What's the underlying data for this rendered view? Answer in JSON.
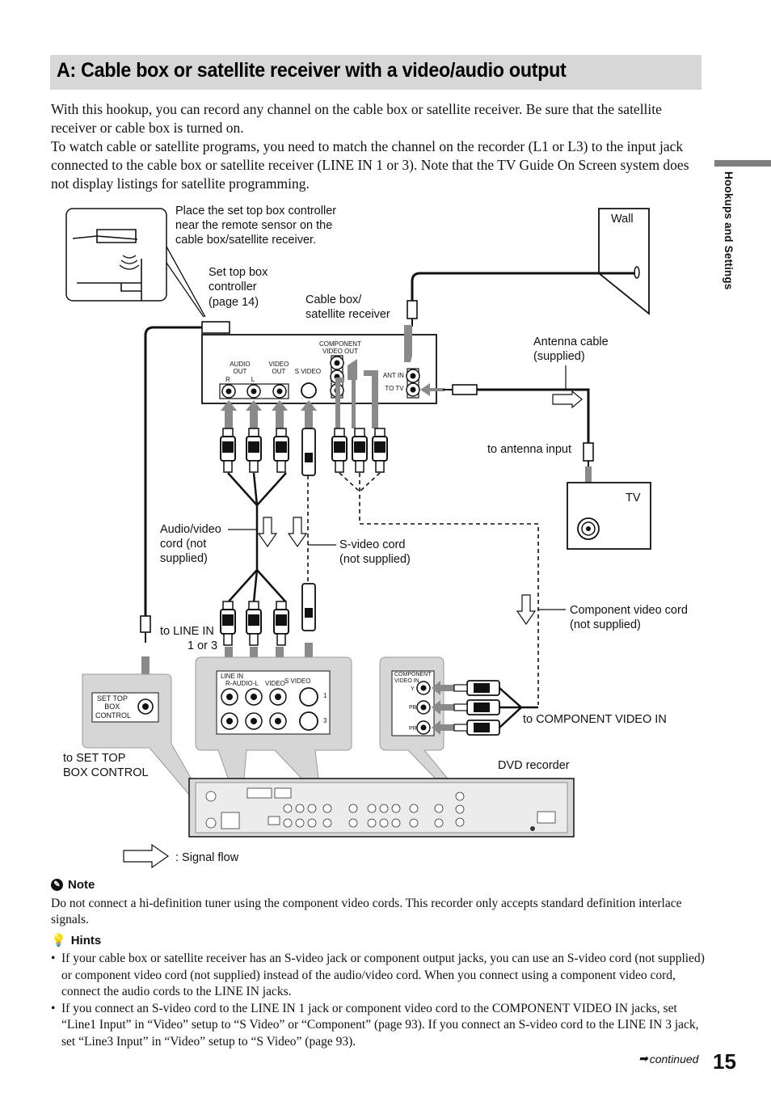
{
  "title": "A: Cable box or satellite receiver with a video/audio output",
  "intro": [
    "With this hookup, you can record any channel on the cable box or satellite receiver. Be sure that the satellite receiver or cable box is turned on.",
    "To watch cable or satellite programs, you need to match the channel on the recorder (L1 or L3) to the input jack connected to the cable box or satellite receiver (LINE IN 1 or 3). Note that the TV Guide On Screen system does not display listings for satellite programming."
  ],
  "side_tab": "Hookups and Settings",
  "diagram": {
    "place_controller": [
      "Place the set top box controller",
      "near the remote sensor on the",
      "cable box/satellite receiver."
    ],
    "set_top_box_controller": [
      "Set top box",
      "controller",
      "(page 14)"
    ],
    "cable_box": [
      "Cable box/",
      "satellite receiver"
    ],
    "wall": "Wall",
    "antenna_cable": [
      "Antenna cable",
      "(supplied)"
    ],
    "to_antenna_input": "to antenna input",
    "tv": "TV",
    "av_cord": [
      "Audio/video",
      "cord (not",
      "supplied)"
    ],
    "svideo_cord": [
      "S-video cord",
      "(not supplied)"
    ],
    "component_cord": [
      "Component video cord",
      "(not supplied)"
    ],
    "to_line_in": [
      "to LINE IN",
      "1 or 3"
    ],
    "to_component_in": "to COMPONENT VIDEO IN",
    "to_set_top": [
      "to SET TOP",
      "BOX CONTROL"
    ],
    "dvd_recorder": "DVD recorder",
    "signal_flow": ": Signal flow",
    "panel_component_out": [
      "COMPONENT",
      "VIDEO OUT"
    ],
    "panel_audio_out": [
      "AUDIO",
      "OUT"
    ],
    "panel_video_out": [
      "VIDEO",
      "OUT"
    ],
    "panel_s_video": "S VIDEO",
    "panel_r": "R",
    "panel_l": "L",
    "panel_ant_in": "ANT IN",
    "panel_to_tv": "TO TV",
    "stb_control": [
      "SET TOP",
      "BOX",
      "CONTROL"
    ],
    "line_in": "LINE IN",
    "r_audio_l": "R-AUDIO-L",
    "video": "VIDEO",
    "line_1": "1",
    "line_3": "3",
    "component_in": [
      "COMPONENT",
      "VIDEO IN"
    ],
    "y": "Y",
    "pb": "PB",
    "pr": "PR"
  },
  "note_heading": "Note",
  "note_body": "Do not connect a hi-definition tuner using the component video cords. This recorder only accepts standard definition interlace signals.",
  "hints_heading": "Hints",
  "hints": [
    "If your cable box or satellite receiver has an S-video jack or component output jacks, you can use an S-video cord (not supplied) or component video cord (not supplied) instead of the audio/video cord. When you connect using a component video cord, connect the audio cords to the LINE IN jacks.",
    "If you connect an S-video cord to the LINE IN 1 jack or component video cord to the COMPONENT VIDEO IN jacks, set “Line1 Input” in “Video” setup to “S Video” or “Component” (page 93). If you connect an S-video cord to the LINE IN 3 jack, set “Line3 Input” in “Video” setup to “S Video” (page 93)."
  ],
  "continued": "continued",
  "page_number": "15"
}
